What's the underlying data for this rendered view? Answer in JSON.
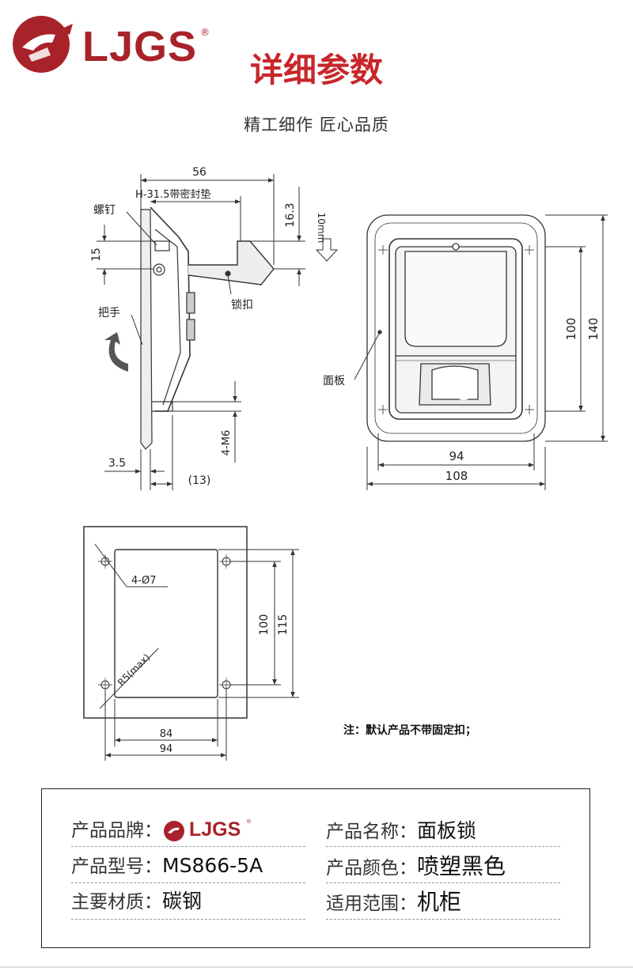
{
  "brand": {
    "name": "LJGS",
    "reg": "®"
  },
  "header": {
    "title": "详细参数",
    "subtitle": "精工细作 匠心品质"
  },
  "drawing1": {
    "dim_56": "56",
    "dim_seal": "H-31.5带密封垫",
    "dim_16_3": "16.3",
    "dim_10mm": "10mm",
    "dim_15": "15",
    "dim_4m6": "4-M6",
    "dim_3_5": "3.5",
    "dim_13": "(13)",
    "label_screw": "螺钉",
    "label_handle": "把手",
    "label_latch": "锁扣"
  },
  "drawing2": {
    "label_panel": "面板",
    "dim_100": "100",
    "dim_140": "140",
    "dim_94": "94",
    "dim_108": "108"
  },
  "drawing3": {
    "dim_hole": "4-Ø7",
    "dim_r5": "R5(max)",
    "dim_100": "100",
    "dim_115": "115",
    "dim_84": "84",
    "dim_94": "94"
  },
  "note": "注：默认产品不带固定扣；",
  "specs": {
    "brand_label": "产品品牌：",
    "name_label": "产品名称：",
    "name_value": "面板锁",
    "model_label": "产品型号：",
    "model_value": "MS866-5A",
    "color_label": "产品颜色：",
    "color_value": "喷塑黑色",
    "material_label": "主要材质：",
    "material_value": "碳钢",
    "usage_label": "适用范围：",
    "usage_value": "机柜"
  },
  "colors": {
    "brand_red": "#a8222a",
    "title_red": "#c8262b"
  }
}
